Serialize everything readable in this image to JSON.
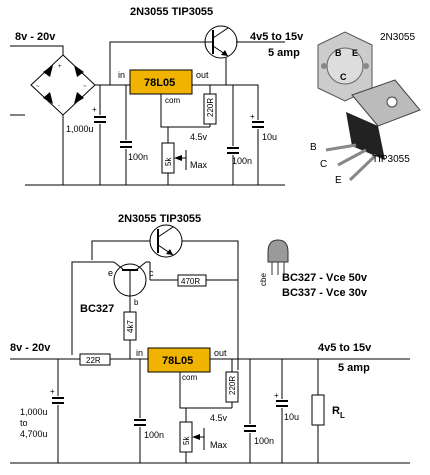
{
  "top": {
    "input_label": "8v - 20v",
    "transistor_title": "2N3055  TIP3055",
    "output_label": "4v5 to 15v",
    "output_current": "5 amp",
    "regulator": "78L05",
    "reg_in": "in",
    "reg_out": "out",
    "reg_com": "com",
    "cap_1000u": "1,000u",
    "cap_100n_a": "100n",
    "pot": "5k",
    "pot_voltage": "4.5v",
    "pot_max": "Max",
    "r_220": "220R",
    "cap_100n_b": "100n",
    "cap_10u": "10u"
  },
  "packages": {
    "to3_name": "2N3055",
    "to3_b": "B",
    "to3_e": "E",
    "to3_c": "C",
    "tip_name": "TIP3055",
    "tip_b": "B",
    "tip_c": "C",
    "tip_e": "E"
  },
  "bottom": {
    "transistor_title": "2N3055  TIP3055",
    "bc327_label": "BC327",
    "pin_e": "e",
    "pin_c": "c",
    "pin_b": "b",
    "r_470": "470R",
    "r_4k7": "4k7",
    "r_22": "22R",
    "input_label": "8v - 20v",
    "regulator": "78L05",
    "reg_in": "in",
    "reg_out": "out",
    "reg_com": "com",
    "output_label": "4v5 to 15v",
    "output_current": "5 amp",
    "cap_input_a": "1,000u",
    "cap_input_to": "to",
    "cap_input_b": "4,700u",
    "cap_100n_a": "100n",
    "pot": "5k",
    "pot_voltage": "4.5v",
    "pot_max": "Max",
    "r_220": "220R",
    "cap_100n_b": "100n",
    "cap_10u": "10u",
    "load": "R",
    "load_sub": "L",
    "bc_pins": "cbe",
    "bc327_spec": "BC327 - Vce 50v",
    "bc337_spec": "BC337 - Vce 30v"
  },
  "colors": {
    "regulator_fill": "#f0b400",
    "wire": "#000000"
  }
}
